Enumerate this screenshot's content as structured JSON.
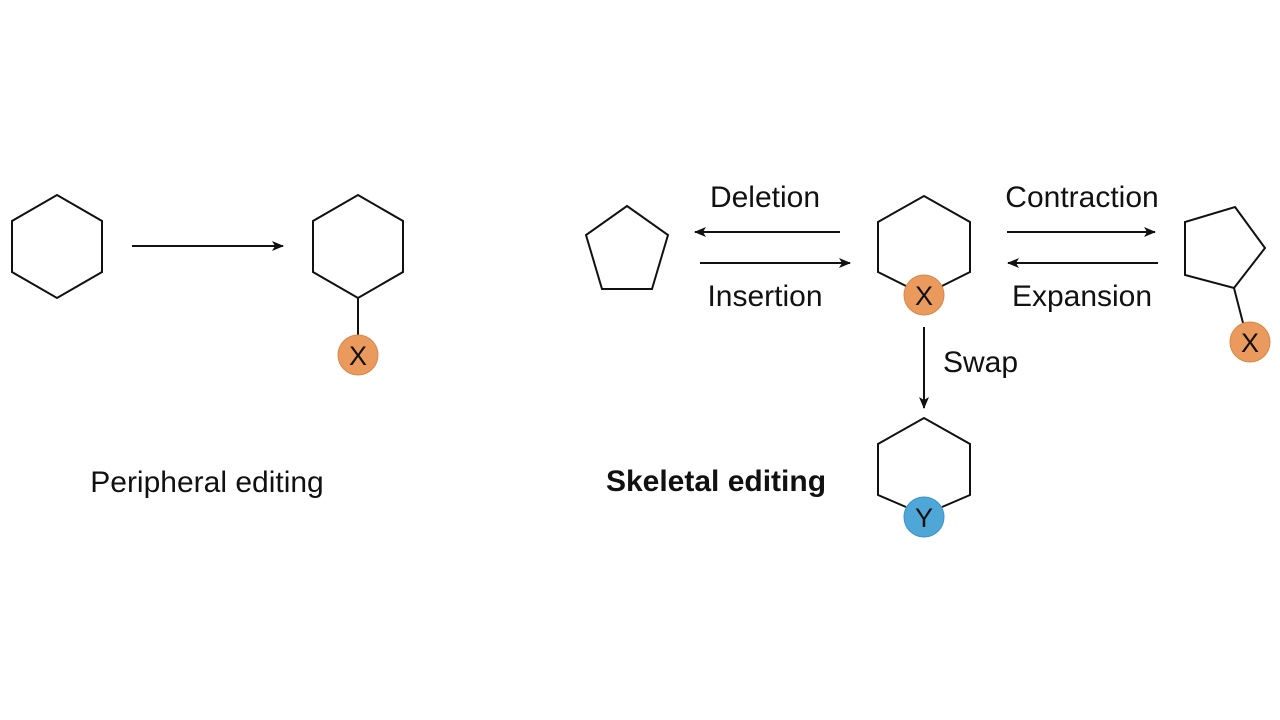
{
  "labels": {
    "peripheral": "Peripheral editing",
    "skeletal": "Skeletal editing",
    "deletion": "Deletion",
    "insertion": "Insertion",
    "contraction": "Contraction",
    "expansion": "Expansion",
    "swap": "Swap"
  },
  "atoms": {
    "x": "X",
    "y": "Y"
  },
  "colors": {
    "x_atom": "#E99A5C",
    "y_atom": "#4FA7D8",
    "line": "#111111"
  }
}
